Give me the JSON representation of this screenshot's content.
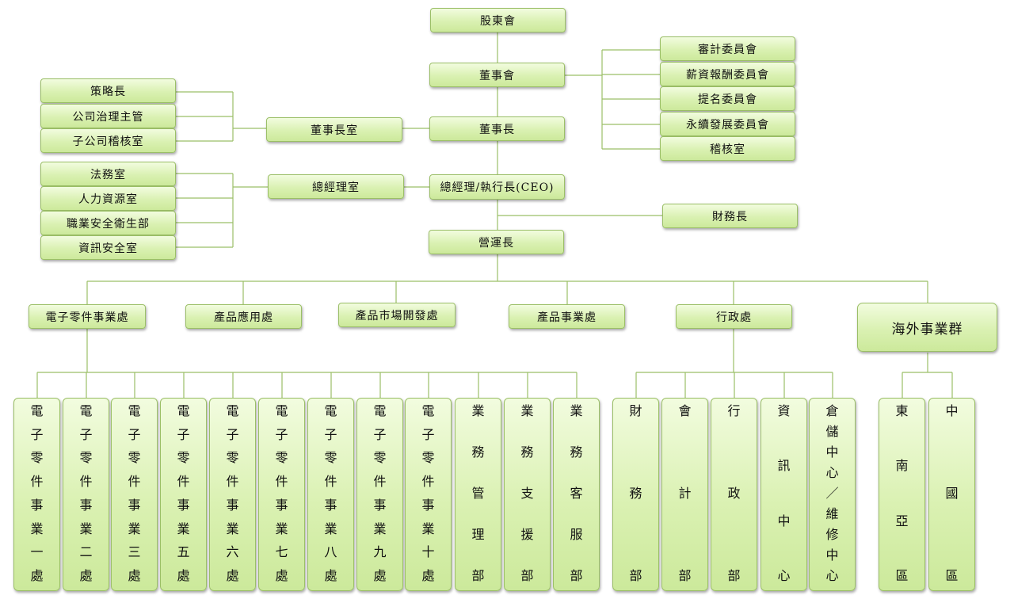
{
  "top": {
    "shareholders": "股東會",
    "board": "董事會",
    "chairman": "董事長",
    "ceo": "總經理/執行長(CEO)",
    "coo": "營運長"
  },
  "board_committees": [
    "審計委員會",
    "薪資報酬委員會",
    "提名委員會",
    "永續發展委員會",
    "稽核室"
  ],
  "chairman_office": "董事長室",
  "chairman_staff": [
    "策略長",
    "公司治理主管",
    "子公司稽核室"
  ],
  "gm_office": "總經理室",
  "gm_staff": [
    "法務室",
    "人力資源室",
    "職業安全衛生部",
    "資訊安全室"
  ],
  "cfo": "財務長",
  "divisions": [
    "電子零件事業處",
    "產品應用處",
    "產品市場開發處",
    "產品事業處",
    "行政處",
    "海外事業群"
  ],
  "electronics_units": [
    "電子零件事業一處",
    "電子零件事業二處",
    "電子零件事業三處",
    "電子零件事業五處",
    "電子零件事業六處",
    "電子零件事業七處",
    "電子零件事業八處",
    "電子零件事業九處",
    "電子零件事業十處",
    "業務管理部",
    "業務支援部",
    "業務客服部"
  ],
  "admin_units": [
    "財務部",
    "會計部",
    "行政部",
    "資訊中心",
    "倉儲中心/維修中心"
  ],
  "overseas_units": [
    "東南亞區",
    "中國區"
  ],
  "colors": {
    "box_top": "#f2fcdf",
    "box_bottom": "#cce99b",
    "border": "#9bbf67",
    "line": "#9bbf67"
  }
}
